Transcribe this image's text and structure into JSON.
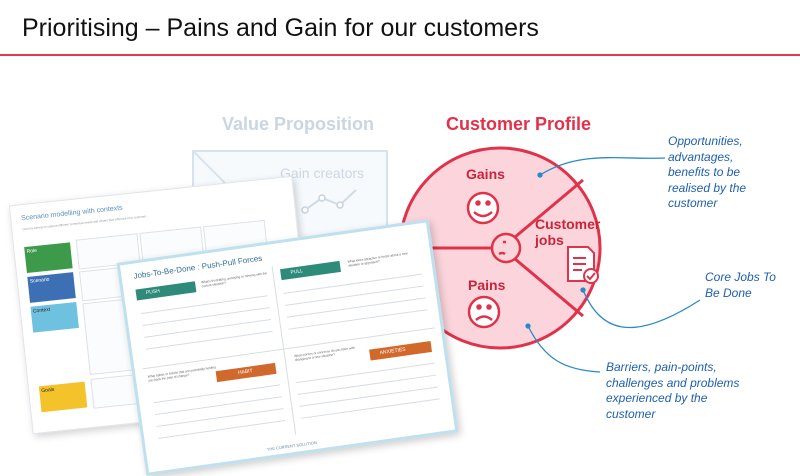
{
  "title": "Prioritising – Pains and Gain for our customers",
  "value_proposition": {
    "title": "Value Proposition",
    "gain_creators": "Gain creators"
  },
  "customer_profile": {
    "title": "Customer Profile",
    "gains": "Gains",
    "pains": "Pains",
    "jobs_line1": "Customer",
    "jobs_line2": "jobs"
  },
  "annotations": {
    "opportunities": [
      "Opportunities,",
      "advantages,",
      "benefits to be",
      "realised by the",
      "customer"
    ],
    "core_jobs": [
      "Core Jobs To",
      "Be Done"
    ],
    "barriers": [
      "Barriers, pain-points,",
      "challenges and problems",
      "experienced by the",
      "customer"
    ]
  },
  "doc_scenario": {
    "title": "Scenario modelling with contexts",
    "subtitle": "Use this canvas to capture different contextual needs and drivers that influence how customer...",
    "stickies": [
      {
        "label": "Role",
        "color": "#3c9a4a"
      },
      {
        "label": "Scenario",
        "color": "#3d6fb5"
      },
      {
        "label": "Context",
        "color": "#6fc1e0"
      },
      {
        "label": "Goals",
        "color": "#f4c22b"
      }
    ]
  },
  "doc_jtbd": {
    "title": "Jobs-To-Be-Done : Push-Pull Forces",
    "push": "PUSH",
    "pull": "PULL",
    "habit": "HABIT",
    "anxieties": "ANXIETIES",
    "footer": "THE CURRENT SOLUTION",
    "notes": [
      "What's frustrating, annoying or missing with the current situation?",
      "What looks attractive or better about a new situation or approach?",
      "What habits or beliefs that are potentially holding you back the pain of change?",
      "What worries or concerns do you have with changing to a new situation?"
    ]
  },
  "colors": {
    "accent_red": "#e0324a",
    "circle_fill": "#fbd5db",
    "annotation_blue": "#1f5fae",
    "push_green": "#2e8b7a",
    "pull_green": "#2e8b7a",
    "habit_orange": "#d2692c"
  }
}
